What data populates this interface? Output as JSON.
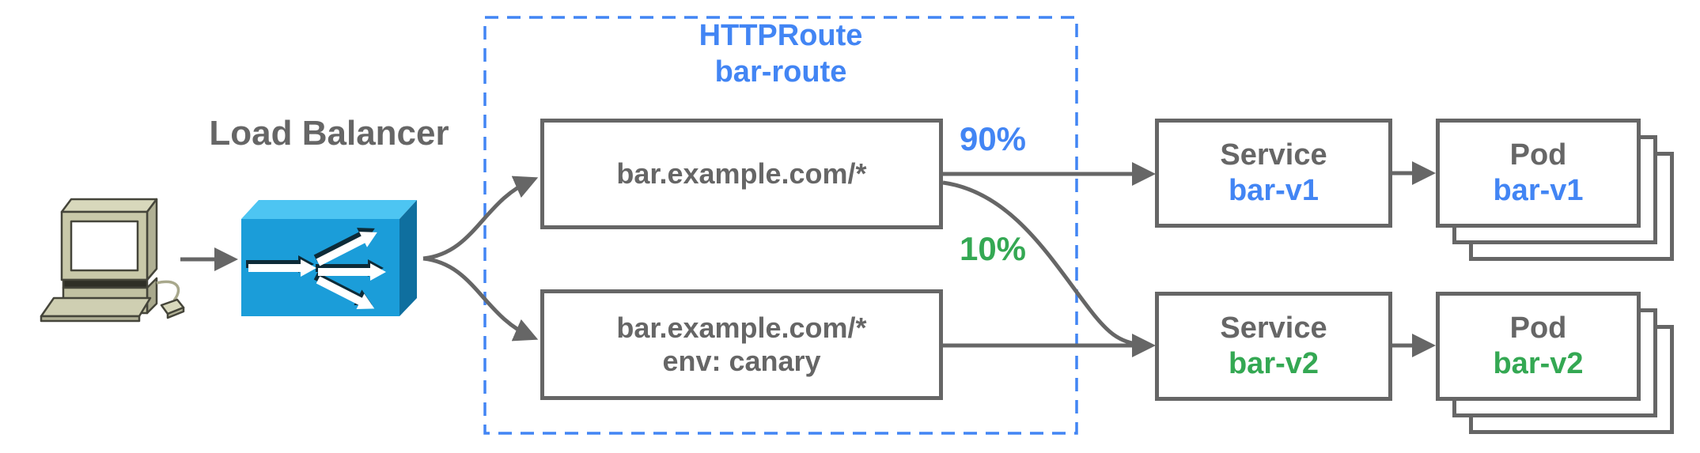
{
  "colors": {
    "blue": "#4285F4",
    "green": "#34A853",
    "gray": "#666666",
    "arrow": "#666666",
    "lb-top": "#4DC5F2",
    "lb-front": "#1B9DD9",
    "lb-side": "#0F6F9F",
    "lb-arrow-shadow": "#0d2b38"
  },
  "icons": {
    "client": "desktop-computer-icon",
    "load_balancer": "load-balancer-icon"
  },
  "labels": {
    "load_balancer": "Load Balancer"
  },
  "http_route": {
    "title_line1": "HTTPRoute",
    "title_line2": "bar-route",
    "rules": [
      {
        "line1": "bar.example.com/*",
        "line2": ""
      },
      {
        "line1": "bar.example.com/*",
        "line2": "env: canary"
      }
    ]
  },
  "traffic_split": {
    "v1_weight": "90%",
    "v2_weight": "10%"
  },
  "services": [
    {
      "kind": "Service",
      "name": "bar-v1"
    },
    {
      "kind": "Service",
      "name": "bar-v2"
    }
  ],
  "pods": [
    {
      "kind": "Pod",
      "name": "bar-v1"
    },
    {
      "kind": "Pod",
      "name": "bar-v2"
    }
  ]
}
